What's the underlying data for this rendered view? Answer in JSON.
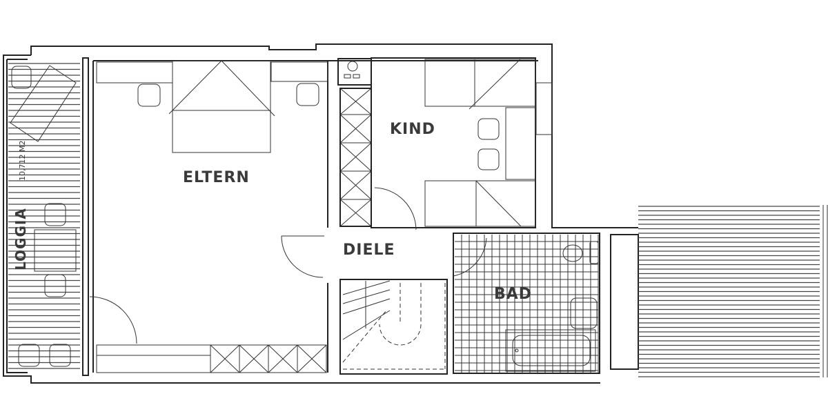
{
  "floorplan": {
    "rooms": {
      "eltern": {
        "label": "ELTERN"
      },
      "kind": {
        "label": "KIND"
      },
      "diele": {
        "label": "DIELE"
      },
      "bad": {
        "label": "BAD"
      },
      "loggia": {
        "label": "LOGGIA",
        "area": "10,712 M2"
      }
    },
    "colors": {
      "line": "#222222",
      "label": "#3a3a3a",
      "background": "#ffffff"
    }
  }
}
